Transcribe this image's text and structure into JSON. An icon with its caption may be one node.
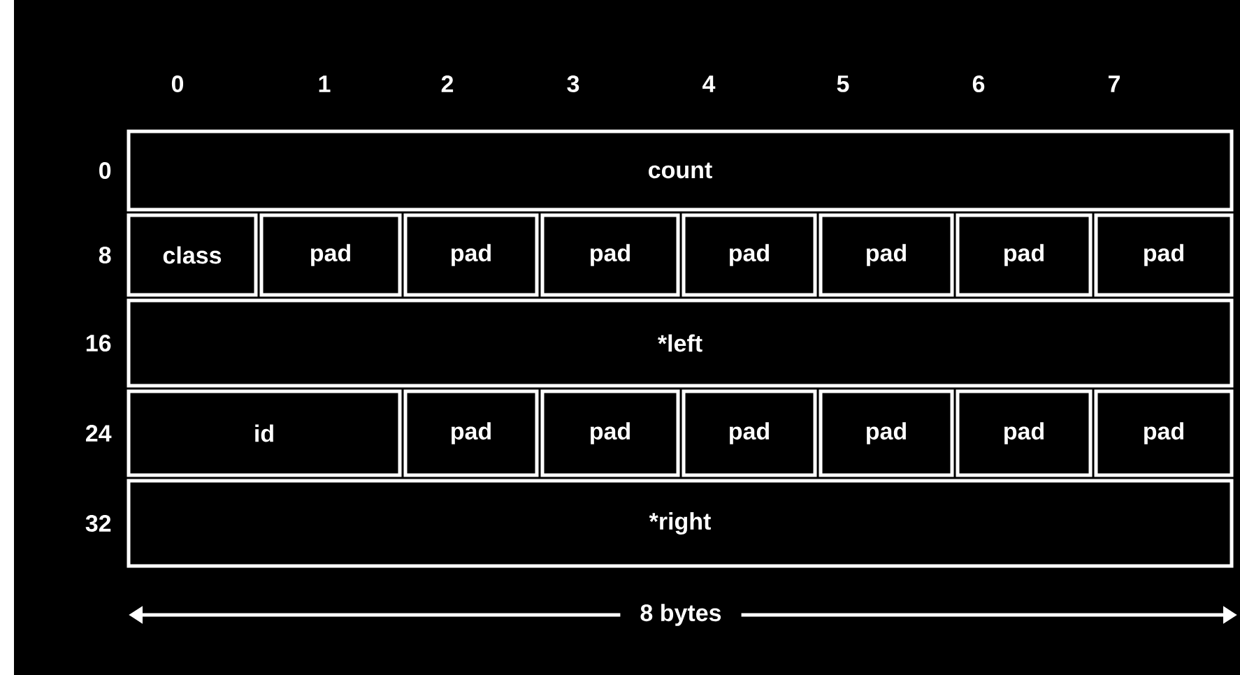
{
  "diagram": {
    "nodes": [
      {
        "text": [
          "count"
        ]
      },
      {
        "text": [
          "class"
        ]
      },
      {
        "text": [
          "pad"
        ]
      },
      {
        "text": [
          "pad"
        ]
      },
      {
        "text": [
          "pad"
        ]
      },
      {
        "text": [
          "pad"
        ]
      },
      {
        "text": [
          "pad"
        ]
      },
      {
        "text": [
          "pad"
        ]
      },
      {
        "text": [
          "pad"
        ]
      },
      {
        "text": [
          "*left"
        ]
      },
      {
        "text": [
          "id"
        ]
      },
      {
        "text": [
          "pad"
        ]
      },
      {
        "text": [
          "pad"
        ]
      },
      {
        "text": [
          "pad"
        ]
      },
      {
        "text": [
          "pad"
        ]
      },
      {
        "text": [
          "pad"
        ]
      },
      {
        "text": [
          "pad"
        ]
      },
      {
        "text": [
          "*right"
        ]
      }
    ],
    "labels": [
      "0",
      "1",
      "2",
      "3",
      "4",
      "5",
      "6",
      "7",
      "0",
      "8",
      "16",
      "24",
      "32",
      "8 bytes"
    ]
  }
}
